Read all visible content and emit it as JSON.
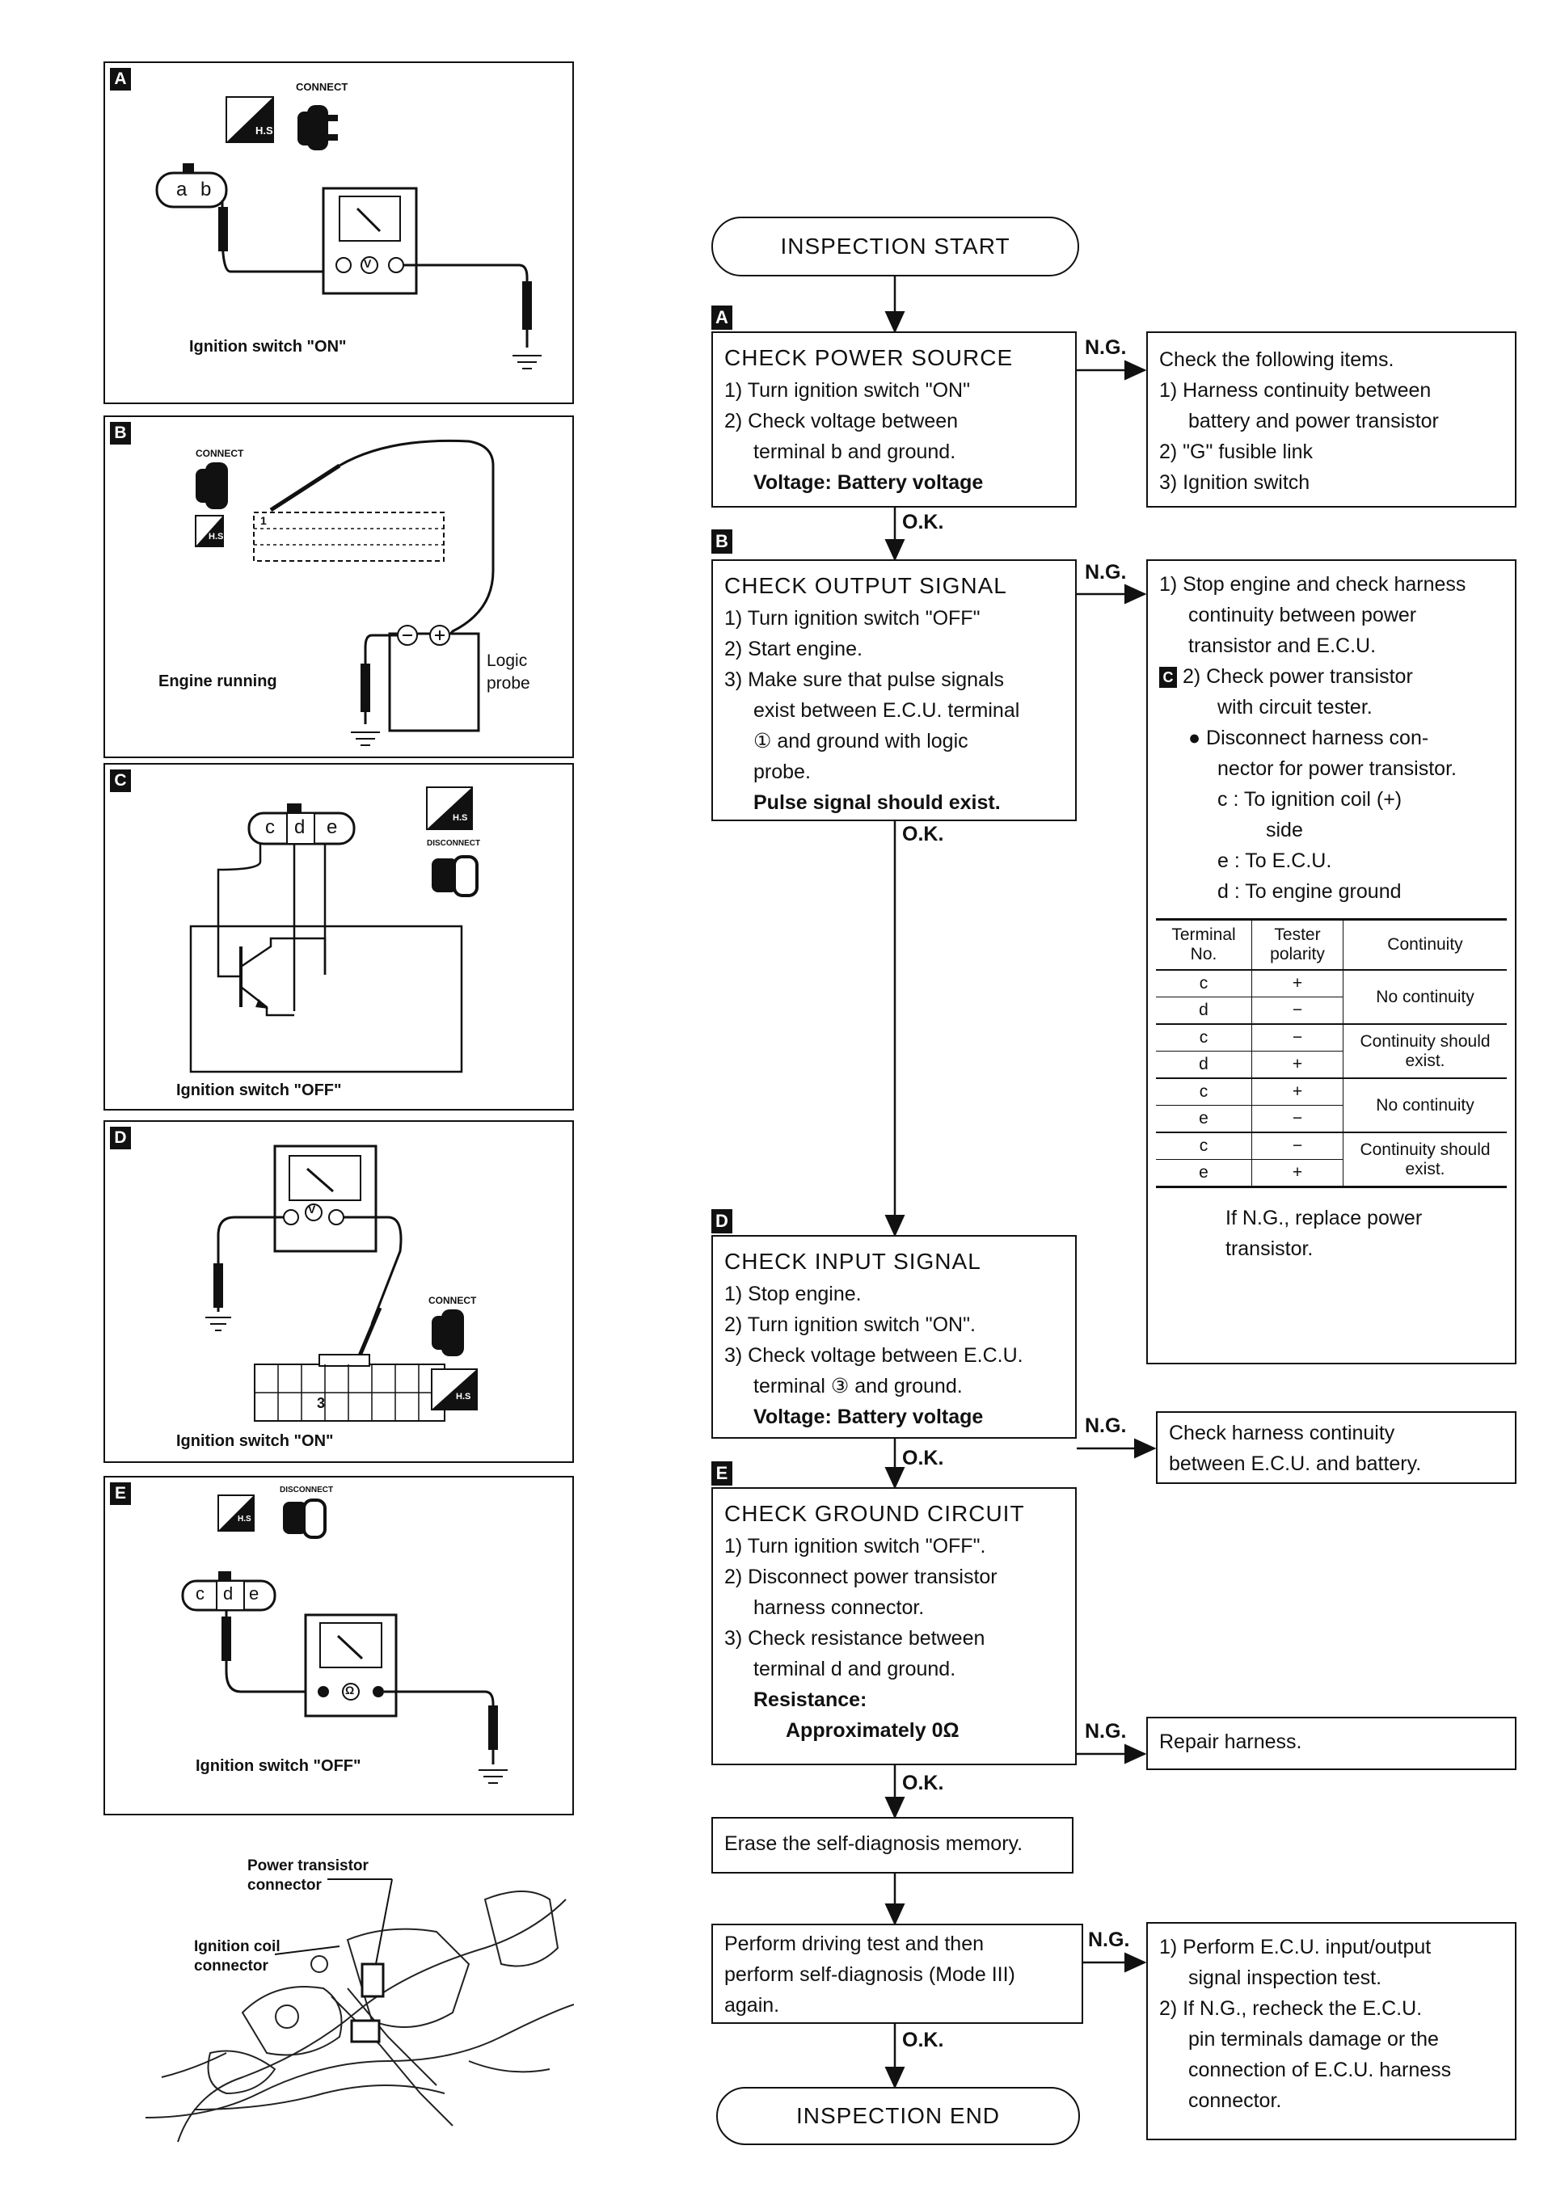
{
  "panels": {
    "a": {
      "tag": "A",
      "caption": "Ignition switch \"ON\"",
      "connect": "CONNECT",
      "hs": "H.S",
      "term_a": "a",
      "term_b": "b",
      "meter": "V"
    },
    "b": {
      "tag": "B",
      "caption": "Engine running",
      "connect": "CONNECT",
      "hs": "H.S",
      "probe": [
        "Logic",
        "probe"
      ],
      "pin": "1"
    },
    "c": {
      "tag": "C",
      "caption": "Ignition switch \"OFF\"",
      "disconnect": "DISCONNECT",
      "hs": "H.S",
      "term_c": "c",
      "term_d": "d",
      "term_e": "e"
    },
    "d": {
      "tag": "D",
      "caption": "Ignition switch \"ON\"",
      "connect": "CONNECT",
      "hs": "H.S",
      "pin": "3",
      "meter": "V"
    },
    "e": {
      "tag": "E",
      "caption": "Ignition switch \"OFF\"",
      "disconnect": "DISCONNECT",
      "hs": "H.S",
      "term_c": "c",
      "term_d": "d",
      "term_e": "e",
      "meter": "Ω"
    }
  },
  "photo": {
    "power_transistor": [
      "Power transistor",
      "connector"
    ],
    "ignition_coil": [
      "Ignition coil",
      "connector"
    ]
  },
  "flow": {
    "start": "INSPECTION START",
    "end": "INSPECTION END",
    "ok": "O.K.",
    "ng": "N.G.",
    "step_power": {
      "tag": "A",
      "title": "CHECK POWER SOURCE",
      "lines": [
        "1) Turn ignition switch \"ON\"",
        "2) Check voltage between",
        "terminal  b  and ground."
      ],
      "result": "Voltage:  Battery voltage"
    },
    "ng_power": {
      "lines": [
        "Check the following items.",
        "1) Harness continuity between",
        "battery and power transistor",
        "2) \"G\" fusible link",
        "3) Ignition switch"
      ]
    },
    "step_output": {
      "tag": "B",
      "title": "CHECK OUTPUT SIGNAL",
      "lines": [
        "1) Turn ignition switch \"OFF\"",
        "2) Start engine.",
        "3) Make sure that pulse signals",
        "exist between E.C.U. terminal",
        "① and ground with logic",
        "probe."
      ],
      "result": "Pulse signal should exist."
    },
    "ng_output": {
      "tag": "C",
      "lines": [
        "1) Stop engine and check harness",
        "continuity between power",
        "transistor and E.C.U.",
        "2) Check power transistor",
        "with circuit tester.",
        "●  Disconnect harness con-",
        "nector for power transistor.",
        "c  :   To ignition coil (+)",
        "side",
        "e  :   To E.C.U.",
        "d  :   To engine ground"
      ],
      "table": {
        "headers": [
          "Terminal No.",
          "Tester polarity",
          "Continuity"
        ],
        "rows": [
          {
            "terms": [
              "c",
              "d"
            ],
            "pols": [
              "+",
              "−"
            ],
            "result": "No continuity"
          },
          {
            "terms": [
              "c",
              "d"
            ],
            "pols": [
              "−",
              "+"
            ],
            "result": "Continuity should exist."
          },
          {
            "terms": [
              "c",
              "e"
            ],
            "pols": [
              "+",
              "−"
            ],
            "result": "No continuity"
          },
          {
            "terms": [
              "c",
              "e"
            ],
            "pols": [
              "−",
              "+"
            ],
            "result": "Continuity should exist."
          }
        ]
      },
      "footer": [
        "If N.G., replace power",
        "transistor."
      ]
    },
    "step_input": {
      "tag": "D",
      "title": "CHECK INPUT SIGNAL",
      "lines": [
        "1) Stop engine.",
        "2) Turn ignition switch \"ON\".",
        "3) Check voltage between E.C.U.",
        "terminal ③ and ground."
      ],
      "result": "Voltage:  Battery voltage"
    },
    "ng_input": {
      "lines": [
        "Check harness continuity",
        "between E.C.U. and battery."
      ]
    },
    "step_ground": {
      "tag": "E",
      "title": "CHECK GROUND CIRCUIT",
      "lines": [
        "1) Turn ignition switch \"OFF\".",
        "2) Disconnect power transistor",
        "harness connector.",
        "3) Check resistance between",
        "terminal  d  and ground."
      ],
      "result": [
        "Resistance:",
        "Approximately 0Ω"
      ]
    },
    "ng_ground": {
      "lines": [
        "Repair harness."
      ]
    },
    "erase": {
      "lines": [
        "Erase the self-diagnosis memory."
      ]
    },
    "drive": {
      "lines": [
        "Perform driving test and then",
        "perform self-diagnosis (Mode III)",
        "again."
      ]
    },
    "ng_drive": {
      "lines": [
        "1) Perform E.C.U. input/output",
        "signal inspection test.",
        "2) If N.G., recheck the E.C.U.",
        "pin terminals damage or the",
        "connection of E.C.U. harness",
        "connector."
      ]
    }
  }
}
